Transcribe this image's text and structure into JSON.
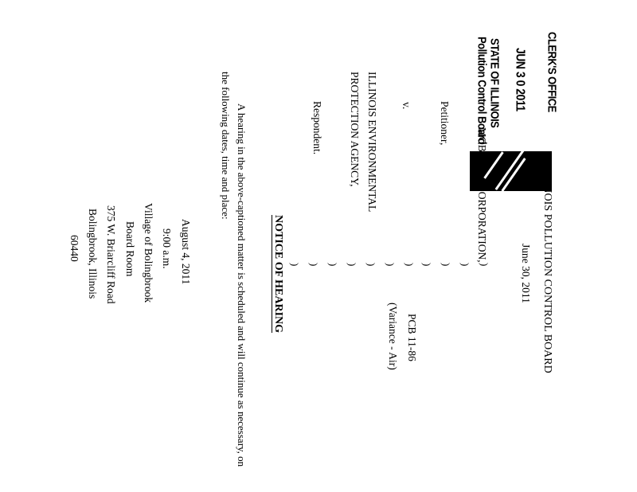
{
  "stamp": {
    "office": "CLERK'S OFFICE",
    "date": "JUN 3 0 2011",
    "state": "STATE OF ILLINOIS",
    "board": "Pollution Control Board"
  },
  "header": {
    "title": "ILLINOIS POLLUTION CONTROL BOARD",
    "date": "June 30, 2011"
  },
  "caption": {
    "petitioner_name": "MOBIL OIL CORPORATION,",
    "petitioner_label": "Petitioner,",
    "versus": "v.",
    "respondent_line1": "ILLINOIS ENVIRONMENTAL",
    "respondent_line2": "PROTECTION AGENCY,",
    "respondent_label": "Respondent.",
    "parens": [
      ")",
      ")",
      ")",
      ")",
      ")",
      ")",
      ")",
      ")",
      ")",
      ")",
      ")"
    ],
    "case_number": "PCB 11-86",
    "case_type": "(Variance - Air)"
  },
  "notice": {
    "heading": "NOTICE OF HEARING",
    "body_line1": "A hearing in the above-captioned matter is scheduled and will continue as necessary, on",
    "body_line2": "the following dates, time and place:"
  },
  "hearing": {
    "date": "August 4, 2011",
    "time": "9:00 a.m.",
    "venue": "Village of Bolingbrook",
    "room": "Board Room",
    "street": "375 W. Briarcliff Road",
    "city": "Bolingbrook, Illinois",
    "zip": "60440"
  }
}
